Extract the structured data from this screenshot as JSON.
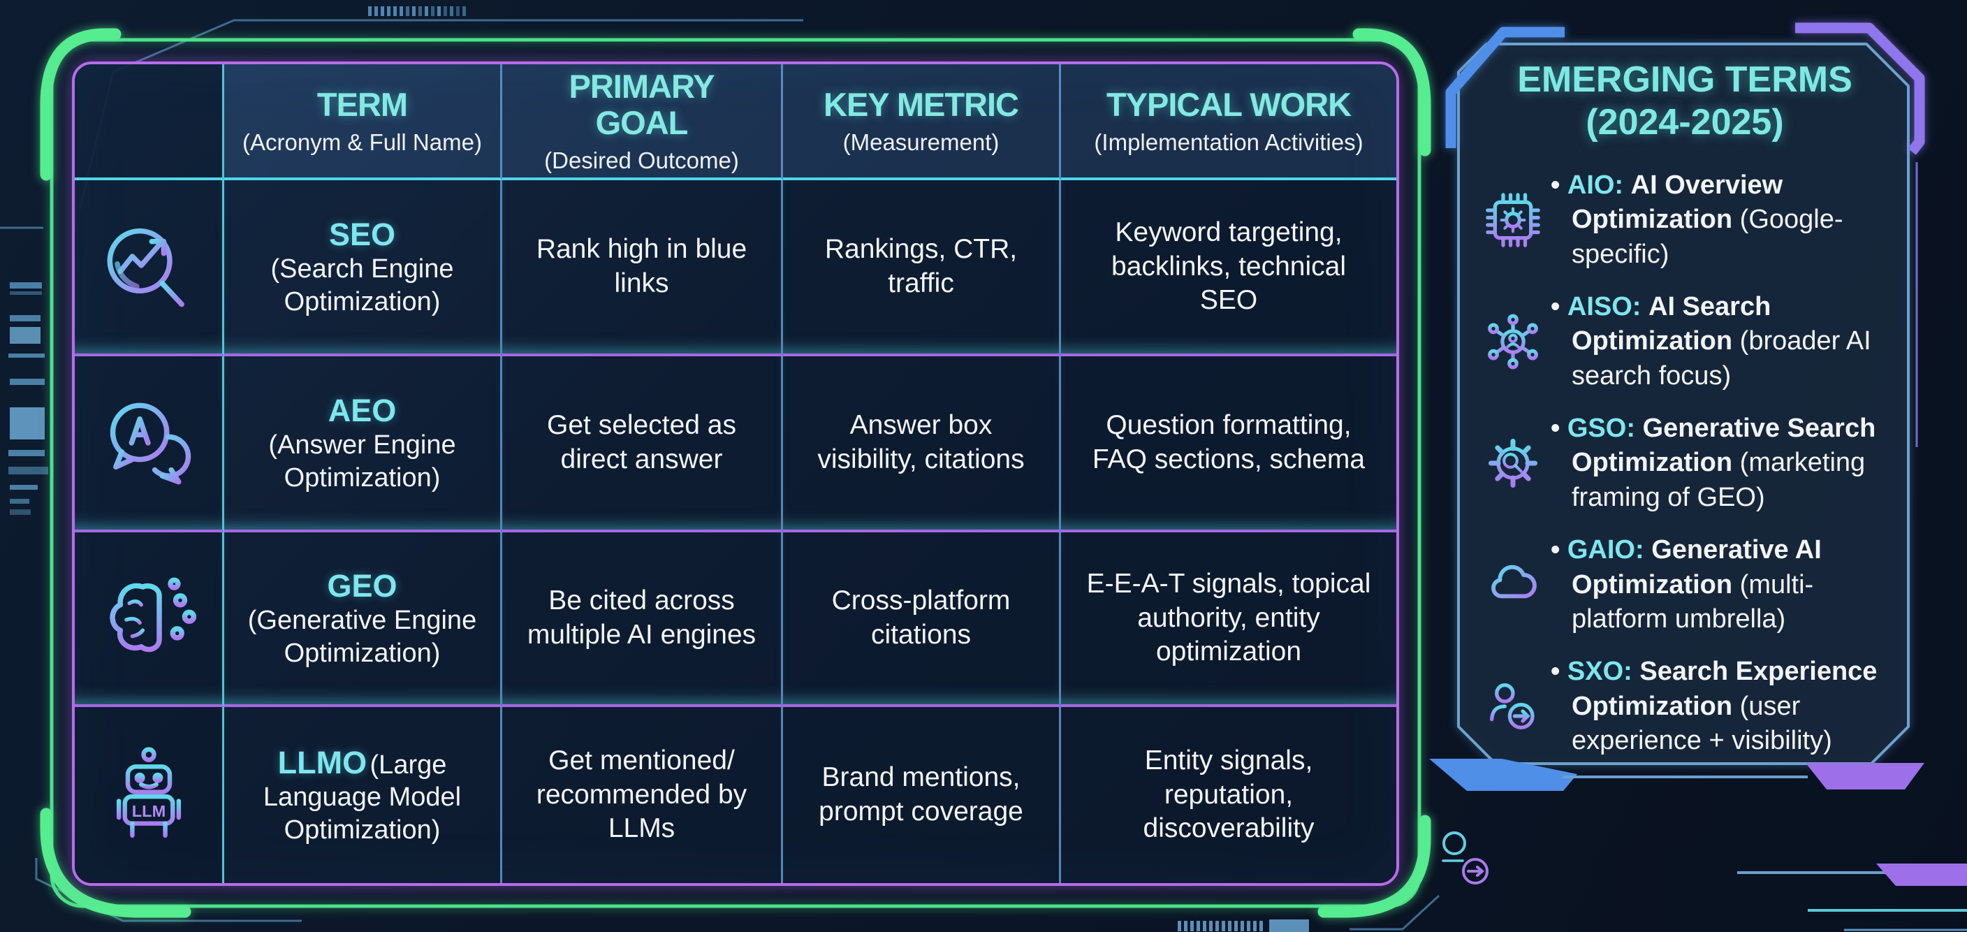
{
  "title": "SEO vs AEO vs GEO vs LLMO comparison infographic",
  "colors": {
    "background": "#0a1424",
    "green_frame": "#4ce089",
    "purple_border": "#b76ceb",
    "cyan_line": "#52d5ea",
    "blue_line": "#69a0dd",
    "row_separator": "#a767e3",
    "header_text": "#84e9e2",
    "acronym_text": "#7ee6ee",
    "body_text": "#f3f5f7",
    "panel_border": "#6ca3cf",
    "panel_accent_blue": "#4f8fe8",
    "panel_accent_purple": "#9077ee"
  },
  "table": {
    "headers": [
      {
        "title": "TERM",
        "subtitle": "(Acronym & Full Name)"
      },
      {
        "title": "PRIMARY GOAL",
        "subtitle": "(Desired Outcome)"
      },
      {
        "title": "KEY METRIC",
        "subtitle": "(Measurement)"
      },
      {
        "title": "TYPICAL WORK",
        "subtitle": "(Implementation Activities)"
      }
    ],
    "rows": [
      {
        "icon": "search-trend-icon",
        "acronym": "SEO",
        "full_name": "(Search Engine Optimization)",
        "goal": "Rank high in blue links",
        "metric": "Rankings, CTR, traffic",
        "work": "Keyword targeting, backlinks, technical SEO"
      },
      {
        "icon": "answer-chat-icon",
        "acronym": "AEO",
        "full_name": "(Answer Engine Optimization)",
        "goal": "Get selected as direct answer",
        "metric": "Answer box visibility, citations",
        "work": "Question formatting, FAQ sections, schema"
      },
      {
        "icon": "brain-circuit-icon",
        "acronym": "GEO",
        "full_name": "(Generative Engine Optimization)",
        "goal": "Be cited across multiple AI engines",
        "metric": "Cross-platform citations",
        "work": "E-E-A-T signals, topical authority, entity optimization"
      },
      {
        "icon": "robot-llm-icon",
        "acronym": "LLMO",
        "full_name": "(Large Language Model Optimization)",
        "goal": "Get mentioned/ recommended by LLMs",
        "metric": "Brand mentions, prompt coverage",
        "work": "Entity signals, reputation, discoverability"
      }
    ]
  },
  "robot_label": "LLM",
  "panel": {
    "title_line1": "EMERGING TERMS",
    "title_line2": "(2024-2025)",
    "bullet": "•",
    "items": [
      {
        "icon": "chip-icon",
        "acronym": "AIO:",
        "name": "AI Overview Optimization",
        "note": "(Google-specific)"
      },
      {
        "icon": "network-nodes-icon",
        "acronym": "AISO:",
        "name": "AI Search Optimization",
        "note": "(broader AI search focus)"
      },
      {
        "icon": "gear-search-icon",
        "acronym": "GSO:",
        "name": "Generative Search Optimization",
        "note": "(marketing framing of GEO)"
      },
      {
        "icon": "cloud-icon",
        "acronym": "GAIO:",
        "name": "Generative AI Optimization",
        "note": "(multi-platform umbrella)"
      },
      {
        "icon": "user-arrow-icon",
        "acronym": "SXO:",
        "name": "Search Experience Optimization",
        "note": "(user experience + visibility)"
      }
    ]
  }
}
